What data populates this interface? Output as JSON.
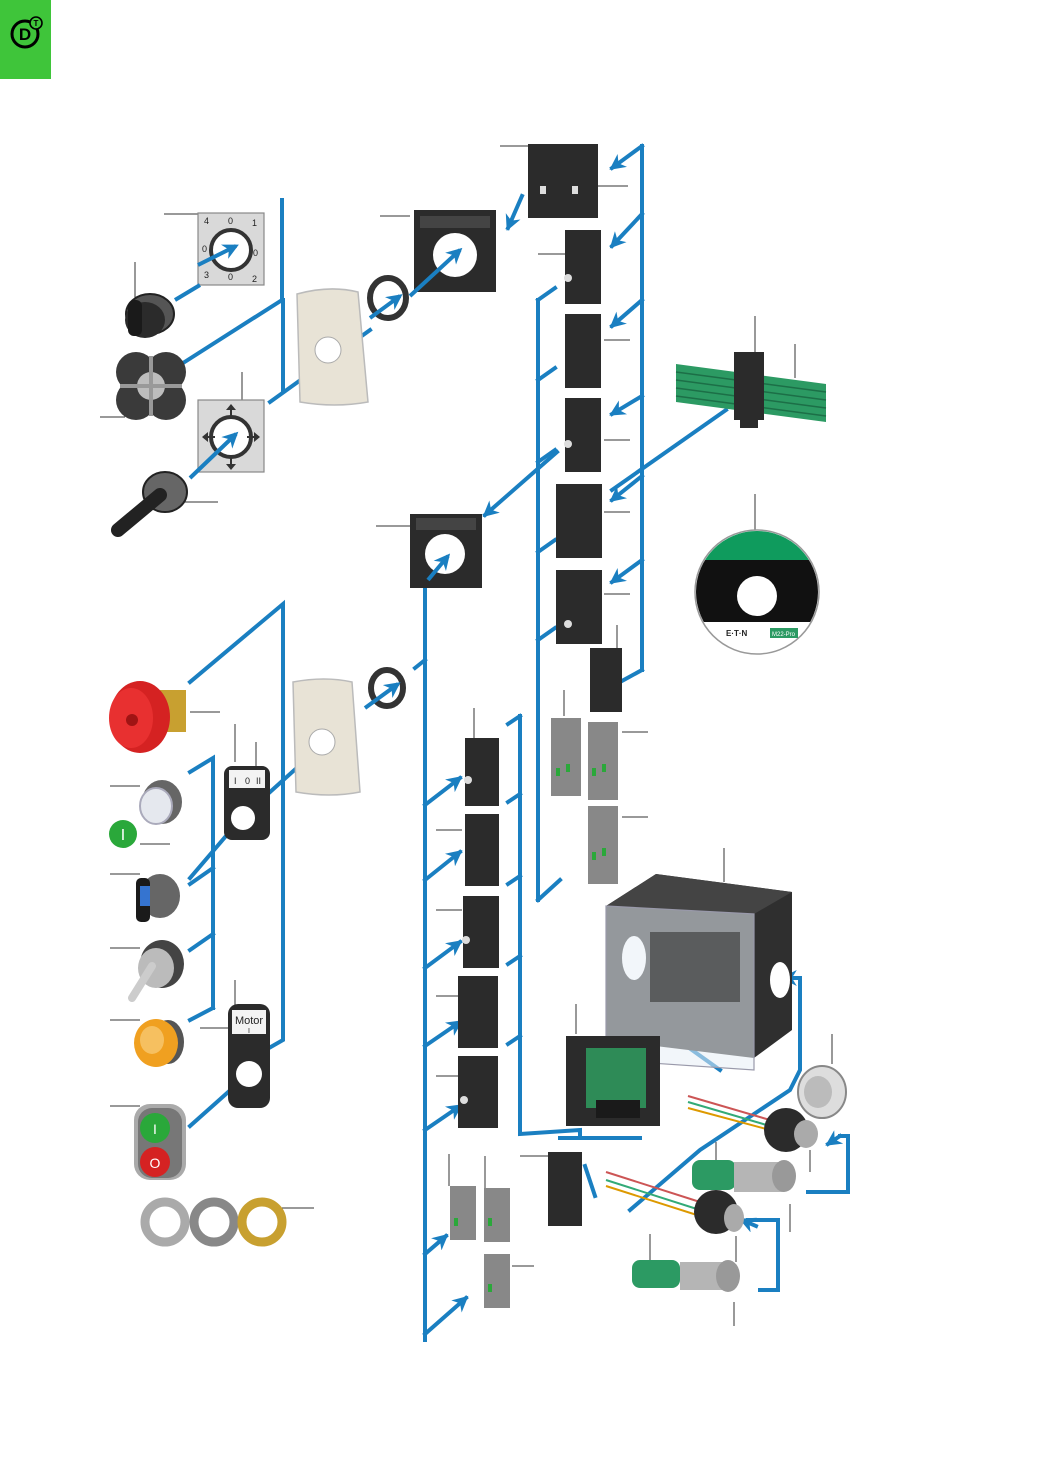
{
  "header_tab": {
    "icon": "d-circle-icon",
    "color": "#3fc53a"
  },
  "colors": {
    "flow_arrow": "#1a7fc1",
    "part_dark": "#2b2b2b",
    "plate_grey": "#c9c9c9",
    "front_plate": "#e8e3d6",
    "cable_green": "#2c9a63",
    "pcb_green": "#2e8b57",
    "estop_red": "#d52222",
    "lamp_amber": "#f0a020",
    "green_button": "#2aa83a",
    "cd_green": "#0f9b5d"
  },
  "selector_plate": {
    "top": [
      "4",
      "0",
      "1"
    ],
    "middle": [
      "0",
      "0"
    ],
    "bottom": [
      "3",
      "0",
      "2"
    ]
  },
  "legend_plate_label": {
    "left": "I",
    "center": "0",
    "right": "II"
  },
  "motor_plate": {
    "line1": "Motor",
    "line2": "I"
  },
  "pushbutton_symbols": {
    "green_button": "I",
    "red_button": "O"
  },
  "cd": {
    "brand": "E·T·N",
    "product": "M22-Pro"
  }
}
